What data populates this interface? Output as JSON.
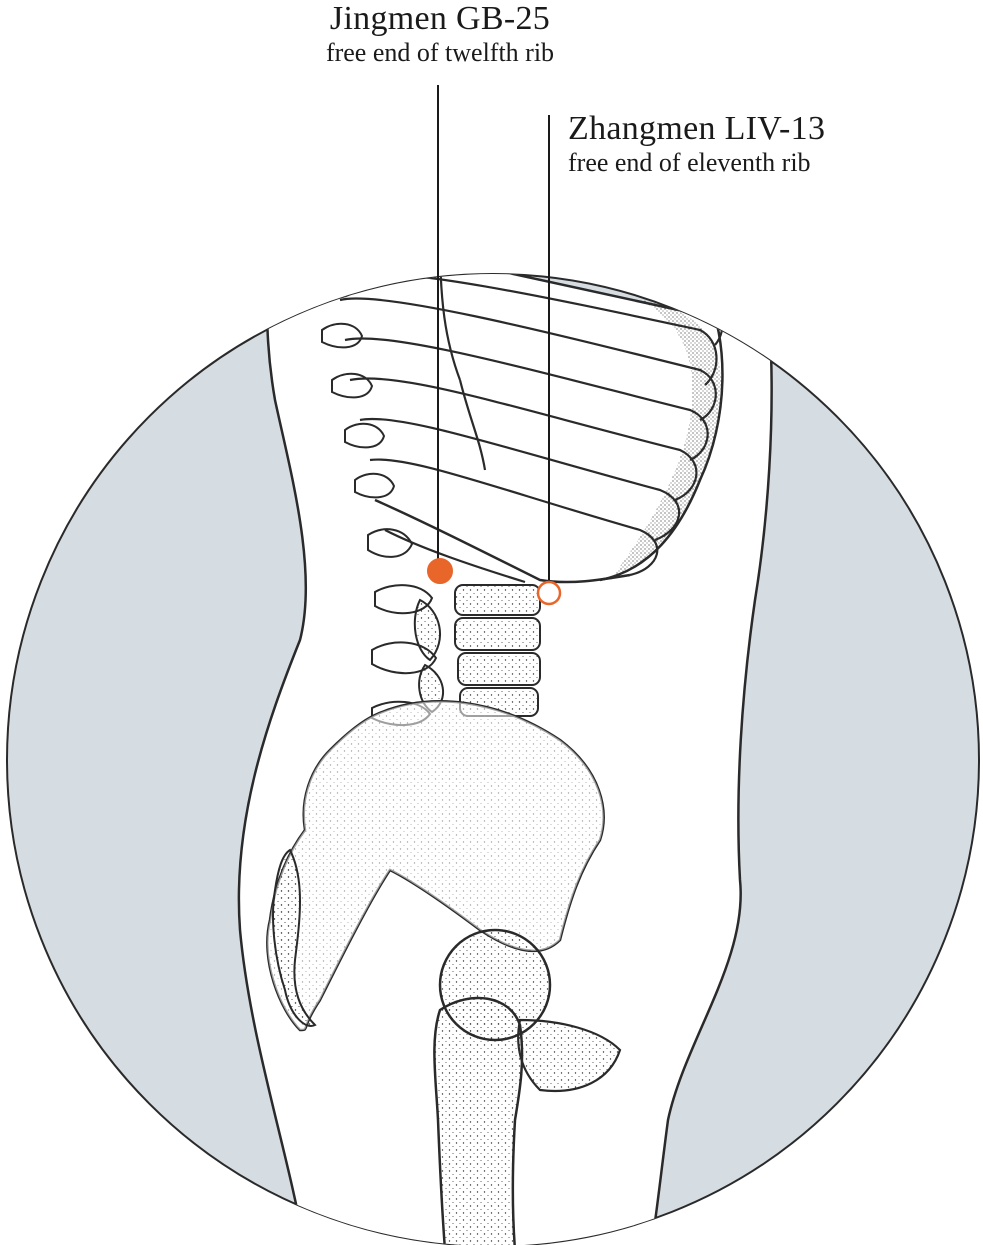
{
  "points": [
    {
      "name": "Jingmen GB-25",
      "description": "free end of twelfth rib",
      "marker": "filled",
      "color": "#e8662a"
    },
    {
      "name": "Zhangmen LIV-13",
      "description": "free end of eleventh rib",
      "marker": "hollow",
      "color": "#e8662a"
    }
  ],
  "colors": {
    "background_fill": "#d6dde2",
    "body_fill": "#ffffff",
    "outline": "#2a2a2a",
    "leader_line": "#1a1a1a"
  }
}
